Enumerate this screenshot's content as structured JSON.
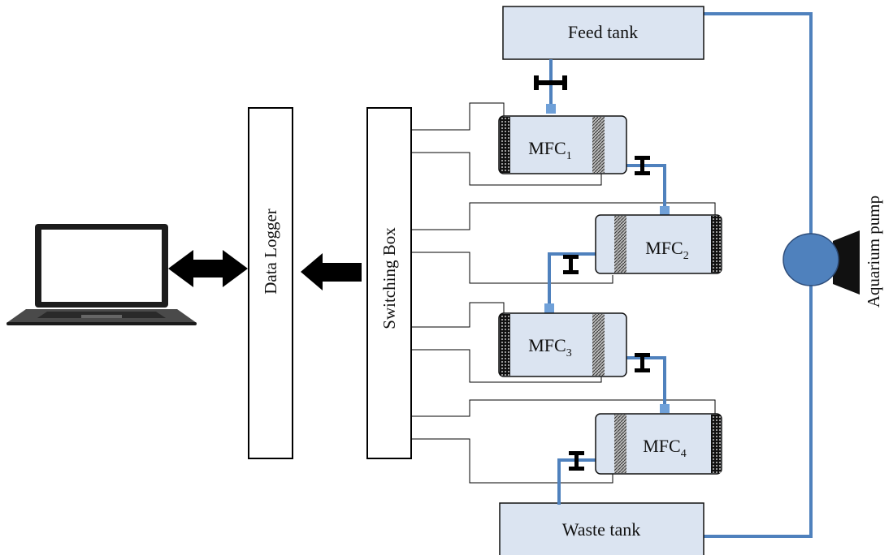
{
  "tanks": {
    "feed_label": "Feed tank",
    "waste_label": "Waste tank"
  },
  "blocks": {
    "data_logger_label": "Data Logger",
    "switching_box_label": "Switching Box",
    "pump_label": "Aquarium pump"
  },
  "mfc": {
    "prefix": "MFC",
    "units": [
      {
        "subscript": "1"
      },
      {
        "subscript": "2"
      },
      {
        "subscript": "3"
      },
      {
        "subscript": "4"
      }
    ]
  },
  "colors": {
    "tank_fill": "#dbe4f1",
    "pipe": "#4f81bd",
    "pump_fill": "#4f81bd",
    "stroke": "#111111"
  },
  "icons": {
    "computer": "laptop-icon",
    "valve": "valve-icon",
    "pump": "pump-icon"
  }
}
